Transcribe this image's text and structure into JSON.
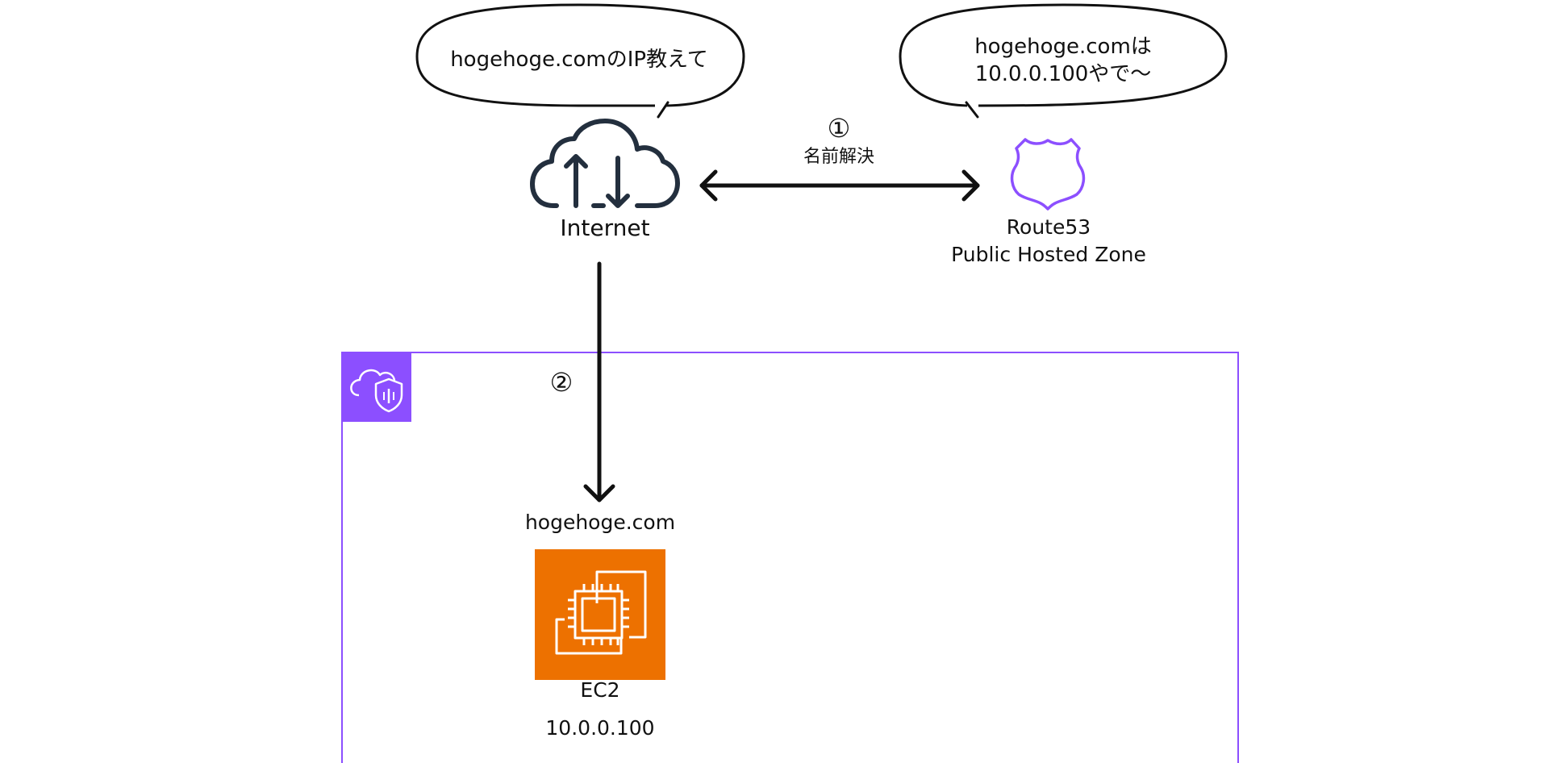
{
  "bubbles": {
    "question": "hogehoge.comのIP教えて",
    "answer_line1": "hogehoge.comは",
    "answer_line2": "10.0.0.100やで〜"
  },
  "internet": {
    "label": "Internet"
  },
  "route53": {
    "label_line1": "Route53",
    "label_line2": "Public Hosted Zone"
  },
  "steps": {
    "one": {
      "marker": "①",
      "label": "名前解決"
    },
    "two": {
      "marker": "②"
    }
  },
  "ec2": {
    "domain": "hogehoge.com",
    "label": "EC2",
    "ip": "10.0.0.100"
  },
  "colors": {
    "vpc_border": "#8C4FFF",
    "vpc_badge": "#8C4FFF",
    "ec2_fill": "#ED7100",
    "route53_stroke": "#8C4FFF",
    "internet_icon": "#232F3E",
    "line": "#111111"
  },
  "icons": {
    "internet": "cloud-upload-download-icon",
    "route53": "shield-badge-icon",
    "vpc": "cloud-shield-icon",
    "ec2": "chip-instances-icon"
  }
}
